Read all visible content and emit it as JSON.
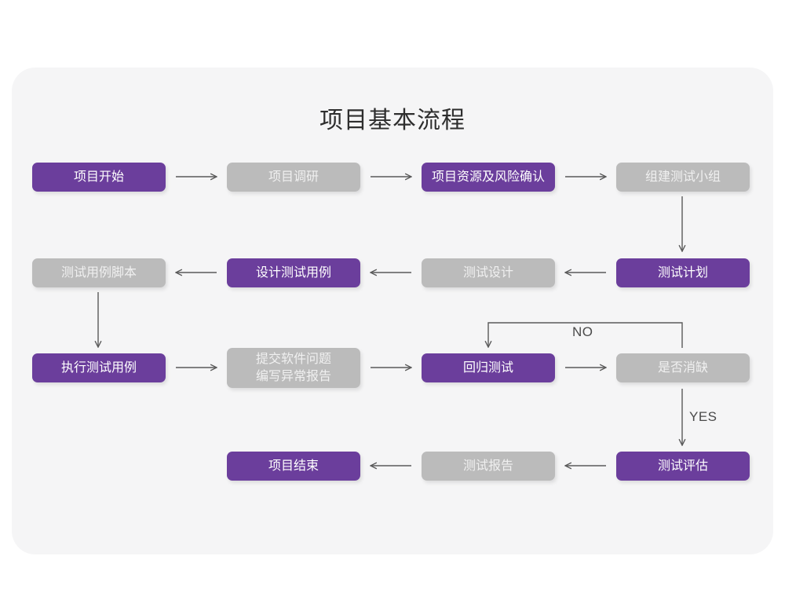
{
  "page": {
    "title": "项目基本流程",
    "background_color": "#ffffff",
    "panel_color": "#f5f5f6"
  },
  "palette": {
    "purple": "#6b3e9c",
    "gray": "#bbbbbb",
    "purple_text": "#ffffff",
    "gray_text": "#f0f0f0",
    "arrow": "#5a5a5a",
    "title_text": "#2e2e2e"
  },
  "flow": {
    "rows": [
      {
        "row_name": "row-1",
        "nodes": [
          {
            "id": "n1",
            "label": "项目开始",
            "style": "purple"
          },
          {
            "id": "n2",
            "label": "项目调研",
            "style": "gray"
          },
          {
            "id": "n3",
            "label": "项目资源及风险确认",
            "style": "purple"
          },
          {
            "id": "n4",
            "label": "组建测试小组",
            "style": "gray"
          }
        ]
      },
      {
        "row_name": "row-2",
        "nodes": [
          {
            "id": "n5",
            "label": "测试用例脚本",
            "style": "gray"
          },
          {
            "id": "n6",
            "label": "设计测试用例",
            "style": "purple"
          },
          {
            "id": "n7",
            "label": "测试设计",
            "style": "gray"
          },
          {
            "id": "n8",
            "label": "测试计划",
            "style": "purple"
          }
        ]
      },
      {
        "row_name": "row-3",
        "nodes": [
          {
            "id": "n9",
            "label": "执行测试用例",
            "style": "purple"
          },
          {
            "id": "n10",
            "label": "提交软件问题\n编写异常报告",
            "style": "gray"
          },
          {
            "id": "n11",
            "label": "回归测试",
            "style": "purple"
          },
          {
            "id": "n12",
            "label": "是否消缺",
            "style": "gray"
          }
        ]
      },
      {
        "row_name": "row-4",
        "nodes": [
          {
            "id": "n13",
            "label": "项目结束",
            "style": "purple"
          },
          {
            "id": "n14",
            "label": "测试报告",
            "style": "gray"
          },
          {
            "id": "n15",
            "label": "测试评估",
            "style": "purple"
          }
        ]
      }
    ],
    "edge_labels": [
      {
        "id": "e-no",
        "text": "NO"
      },
      {
        "id": "e-yes",
        "text": "YES"
      }
    ]
  }
}
